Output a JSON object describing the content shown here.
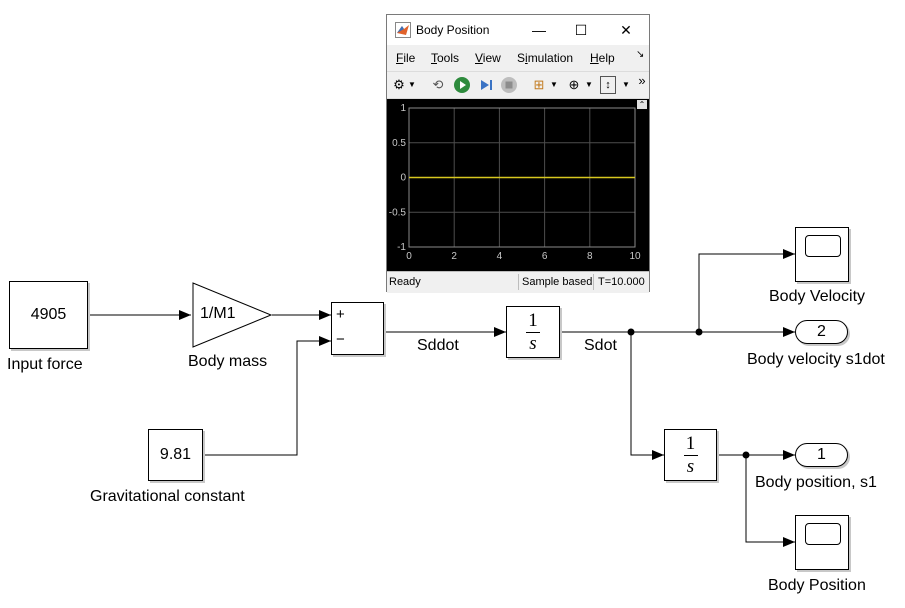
{
  "blocks": {
    "input_force": {
      "value": "4905",
      "label": "Input force"
    },
    "body_mass": {
      "value": "1/M1",
      "label": "Body mass"
    },
    "sum": {
      "plus": "+",
      "minus": "−"
    },
    "grav_const": {
      "value": "9.81",
      "label": "Gravitational constant"
    },
    "integrator1": {
      "num": "1",
      "den": "s"
    },
    "integrator2": {
      "num": "1",
      "den": "s"
    },
    "scope_velocity": {
      "label": "Body Velocity"
    },
    "out_velocity": {
      "value": "2",
      "label": "Body velocity s1dot"
    },
    "out_position": {
      "value": "1",
      "label": "Body position, s1"
    },
    "scope_position": {
      "label": "Body Position"
    }
  },
  "signals": {
    "sddot": "Sddot",
    "sdot": "Sdot"
  },
  "scope_window": {
    "title": "Body Position",
    "window_controls": {
      "minimize": "—",
      "maximize": "☐",
      "close": "✕"
    },
    "menu": [
      {
        "label": "File",
        "mnemonic": "F",
        "rest": "ile"
      },
      {
        "label": "Tools",
        "mnemonic": "T",
        "rest": "ools"
      },
      {
        "label": "View",
        "mnemonic": "V",
        "rest": "iew"
      },
      {
        "label": "Simulation",
        "pre": "S",
        "mnemonic": "i",
        "rest": "mulation"
      },
      {
        "label": "Help",
        "mnemonic": "H",
        "rest": "elp"
      }
    ],
    "overflow": "»",
    "toolbar_icons": [
      "gear-icon",
      "dropdown-arrow-icon",
      "step-back-icon",
      "run-icon",
      "step-forward-icon",
      "stop-icon",
      "highlight-icon",
      "dropdown-arrow-icon",
      "zoom-icon",
      "dropdown-arrow-icon",
      "scale-axes-icon",
      "dropdown-arrow-icon"
    ],
    "status": {
      "state": "Ready",
      "mode": "Sample based",
      "time": "T=10.000"
    },
    "colors": {
      "plot_bg": "#000000",
      "grid": "#4d4d4d",
      "trace": "#d7c71f",
      "tick_label": "#c8c8c8"
    }
  },
  "chart_data": {
    "type": "line",
    "title": "",
    "xlabel": "",
    "ylabel": "",
    "xlim": [
      0,
      10
    ],
    "ylim": [
      -1,
      1
    ],
    "xticks": [
      0,
      2,
      4,
      6,
      8,
      10
    ],
    "yticks": [
      1,
      0.5,
      0,
      -0.5,
      -1
    ],
    "ytick_labels": [
      "1",
      "0.5",
      "0",
      "-0.5",
      "-1"
    ],
    "grid": true,
    "series": [
      {
        "x": [
          0,
          10
        ],
        "y": [
          0,
          0
        ],
        "color": "#d7c71f"
      }
    ]
  }
}
